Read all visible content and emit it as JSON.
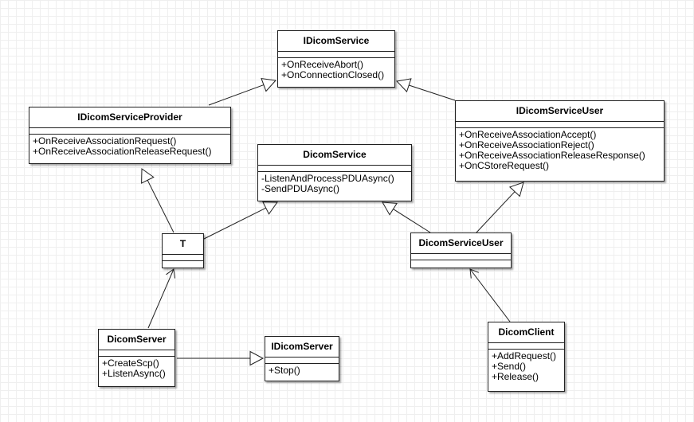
{
  "classes": {
    "idicom_service": {
      "name": "IDicomService",
      "operations": [
        "+OnReceiveAbort()",
        "+OnConnectionClosed()"
      ]
    },
    "idicom_service_provider": {
      "name": "IDicomServiceProvider",
      "operations": [
        "+OnReceiveAssociationRequest()",
        "+OnReceiveAssociationReleaseRequest()"
      ]
    },
    "idicom_service_user": {
      "name": "IDicomServiceUser",
      "operations": [
        "+OnReceiveAssociationAccept()",
        "+OnReceiveAssociationReject()",
        "+OnReceiveAssociationReleaseResponse()",
        "+OnCStoreRequest()"
      ]
    },
    "dicom_service": {
      "name": "DicomService",
      "operations": [
        "-ListenAndProcessPDUAsync()",
        "-SendPDUAsync()"
      ]
    },
    "t": {
      "name": "T",
      "operations": []
    },
    "dicom_service_user": {
      "name": "DicomServiceUser",
      "operations": []
    },
    "dicom_server": {
      "name": "DicomServer",
      "operations": [
        "+CreateScp()",
        "+ListenAsync()"
      ]
    },
    "idicom_server": {
      "name": "IDicomServer",
      "operations": [
        "+Stop()"
      ]
    },
    "dicom_client": {
      "name": "DicomClient",
      "operations": [
        "+AddRequest()",
        "+Send()",
        "+Release()"
      ]
    }
  },
  "relations": [
    {
      "from": "idicom_service_provider",
      "to": "idicom_service",
      "type": "generalization"
    },
    {
      "from": "idicom_service_user",
      "to": "idicom_service",
      "type": "generalization"
    },
    {
      "from": "t",
      "to": "idicom_service_provider",
      "type": "generalization"
    },
    {
      "from": "t",
      "to": "dicom_service",
      "type": "generalization"
    },
    {
      "from": "dicom_service_user",
      "to": "dicom_service",
      "type": "generalization"
    },
    {
      "from": "dicom_service_user",
      "to": "idicom_service_user",
      "type": "generalization"
    },
    {
      "from": "dicom_server",
      "to": "t",
      "type": "association"
    },
    {
      "from": "dicom_server",
      "to": "idicom_server",
      "type": "generalization"
    },
    {
      "from": "dicom_client",
      "to": "dicom_service_user",
      "type": "association"
    }
  ],
  "colors": {
    "line": "#202020",
    "grid": "#efefef",
    "box_fill": "#ffffff"
  }
}
